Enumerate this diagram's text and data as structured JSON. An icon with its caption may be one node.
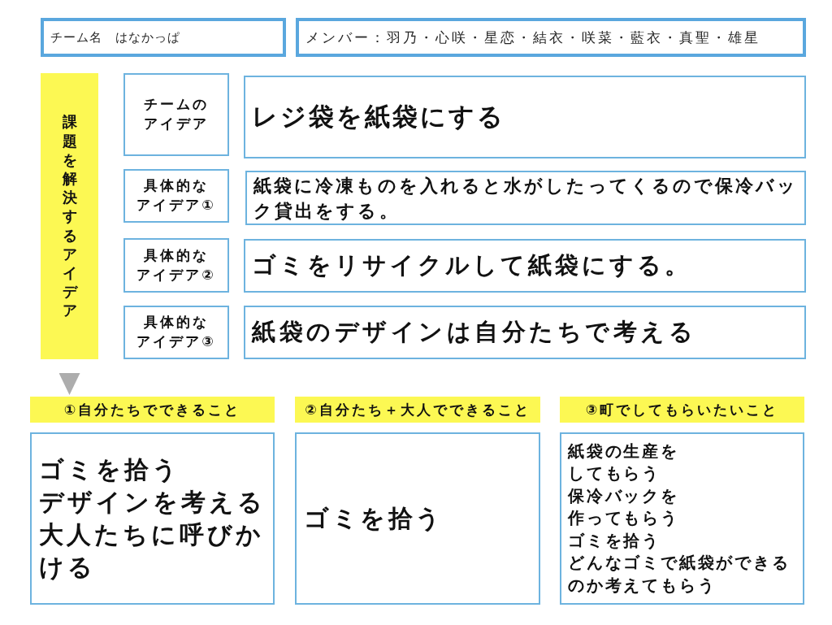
{
  "diagram": {
    "nodes": [
      {
        "text": [
          "チーム名　はなかっぱ"
        ]
      },
      {
        "text": [
          "メンバー：羽乃・心咲・星恋・結衣・咲菜・藍衣・真聖・雄星"
        ]
      },
      {
        "text": [
          "課題を解決するアイデア"
        ]
      },
      {
        "text": [
          "チームのアイデア"
        ]
      },
      {
        "text": [
          "レジ袋を紙袋にする"
        ]
      },
      {
        "text": [
          "具体的なアイデア①"
        ]
      },
      {
        "text": [
          "紙袋に冷凍ものを入れると水がしたってくるので保冷バック貸出をする。"
        ]
      },
      {
        "text": [
          "具体的なアイデア②"
        ]
      },
      {
        "text": [
          "ゴミをリサイクルして紙袋にする。"
        ]
      },
      {
        "text": [
          "具体的なアイデア③"
        ]
      },
      {
        "text": [
          "紙袋のデザインは自分たちで考える"
        ]
      },
      {
        "text": [
          "①自分たちでできること"
        ]
      },
      {
        "text": [
          "ゴミを拾う",
          "デザインを考える",
          "大人たちに呼びかける"
        ]
      },
      {
        "text": [
          "②自分たち＋大人でできること"
        ]
      },
      {
        "text": [
          "ゴミを拾う"
        ]
      },
      {
        "text": [
          "③町でしてもらいたいこと"
        ]
      },
      {
        "text": [
          "紙袋の生産をしてもらう",
          "保冷バックを作ってもらう",
          "ゴミを拾う",
          "どんなゴミで紙袋ができるのか考えてもらう"
        ]
      }
    ],
    "edges": [
      {
        "from": 2,
        "to": 11,
        "arrow": "to"
      }
    ]
  }
}
